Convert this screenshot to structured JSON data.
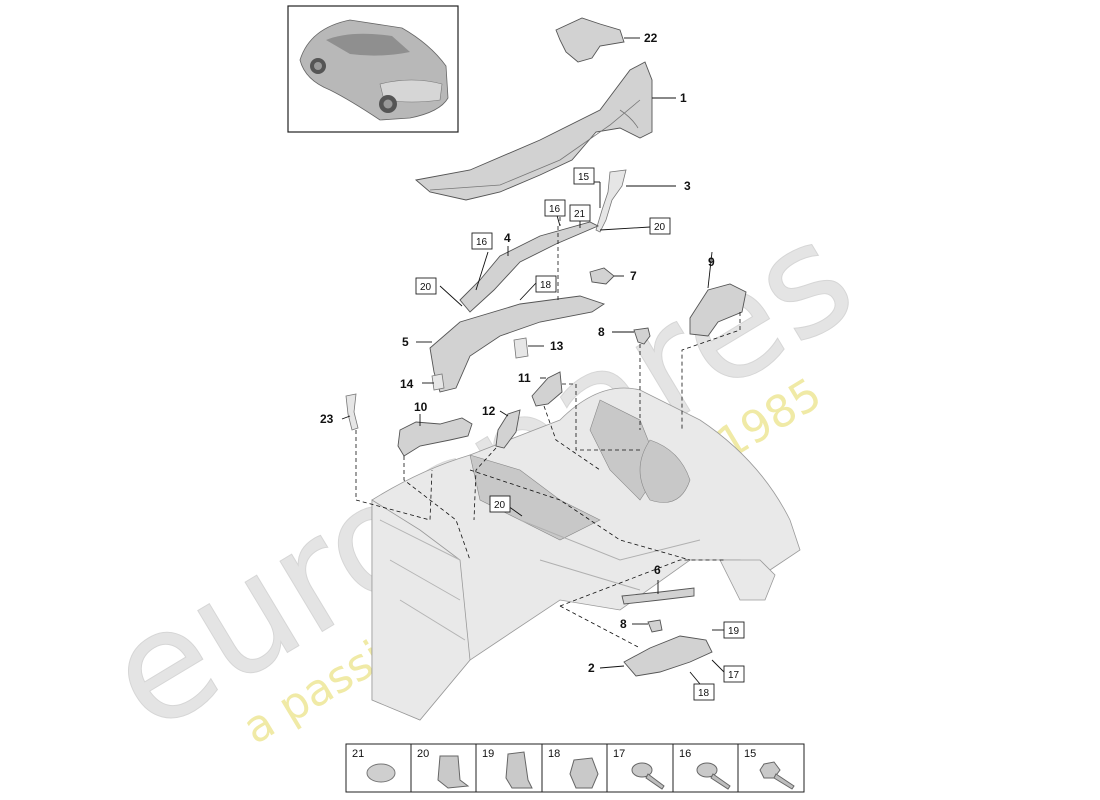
{
  "watermark": {
    "brand": "eurospares",
    "tagline": "a passion for parts since 1985",
    "color": "#e0e0e0",
    "tagline_color": "#efe9a0"
  },
  "callouts": {
    "c1": "1",
    "c2": "2",
    "c3": "3",
    "c4": "4",
    "c5": "5",
    "c6": "6",
    "c7": "7",
    "c8a": "8",
    "c8b": "8",
    "c9": "9",
    "c10": "10",
    "c11": "11",
    "c12": "12",
    "c13": "13",
    "c14": "14",
    "c22": "22",
    "c23": "23"
  },
  "boxed": {
    "b15": "15",
    "b16a": "16",
    "b16b": "16",
    "b18a": "18",
    "b18b": "18",
    "b19": "19",
    "b17": "17",
    "b20a": "20",
    "b20b": "20",
    "b20c": "20",
    "b21": "21"
  },
  "legend": [
    {
      "number": "21",
      "icon": "plug-cap-icon"
    },
    {
      "number": "20",
      "icon": "clip-nut-icon"
    },
    {
      "number": "19",
      "icon": "clip-plate-icon"
    },
    {
      "number": "18",
      "icon": "expanding-nut-icon"
    },
    {
      "number": "17",
      "icon": "flange-screw-icon"
    },
    {
      "number": "16",
      "icon": "torx-screw-icon"
    },
    {
      "number": "15",
      "icon": "hex-screw-icon"
    }
  ]
}
